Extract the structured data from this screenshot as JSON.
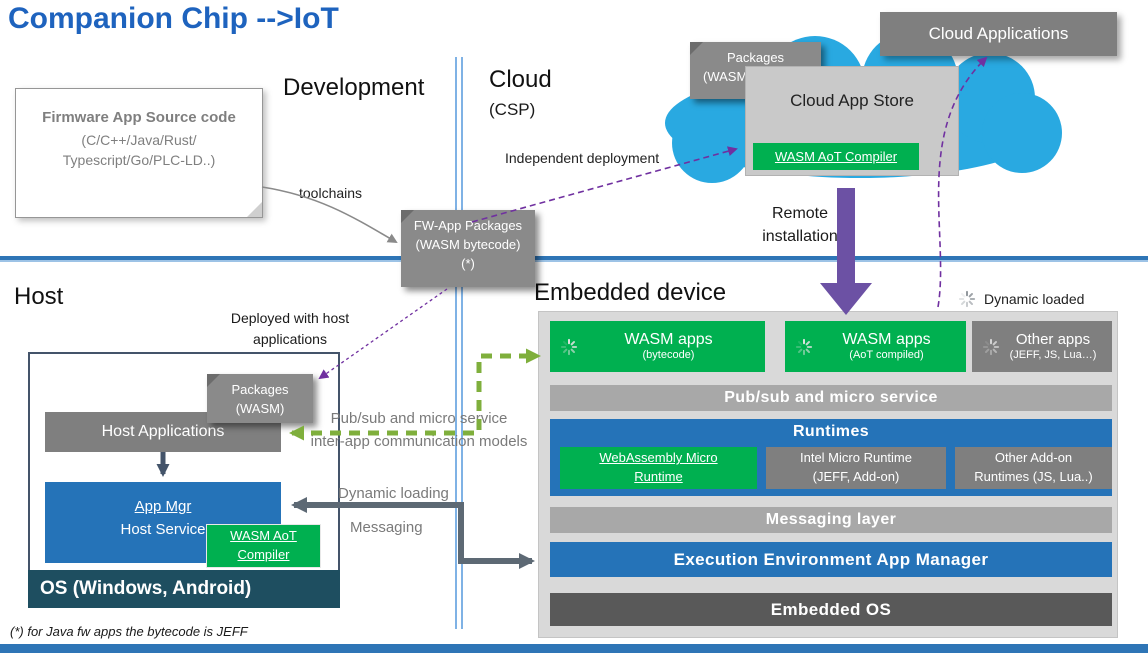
{
  "title": "Companion Chip -->IoT",
  "labels": {
    "development": "Development",
    "cloud": "Cloud",
    "csp": "(CSP)",
    "host": "Host",
    "embedded_device": "Embedded device",
    "toolchains": "toolchains",
    "independent_deployment": "Independent deployment",
    "remote_1": "Remote",
    "remote_2": "installation",
    "dynamic_loaded": "Dynamic loaded",
    "deployed_1": "Deployed with host",
    "deployed_2": "applications",
    "pubsub_1": "Pub/sub and micro service",
    "pubsub_2": "inter-app communication models",
    "dynamic_loading": "Dynamic loading",
    "messaging": "Messaging",
    "footnote": "(*) for Java fw apps the bytecode is JEFF"
  },
  "firmware": {
    "title": "Firmware App Source code",
    "line1": "(C/C++/Java/Rust/",
    "line2": "Typescript/Go/PLC-LD..)"
  },
  "notes": {
    "fw_app": {
      "l1": "FW-App Packages",
      "l2": "(WASM bytecode)",
      "l3": "(*)"
    },
    "cloud_pkg": {
      "l1": "Packages",
      "l2": "(WASM bytecode)"
    },
    "host_pkg": {
      "l1": "Packages",
      "l2": "(WASM)"
    }
  },
  "cloud": {
    "applications": "Cloud Applications",
    "app_store": "Cloud App Store",
    "compiler": "WASM AoT Compiler"
  },
  "host": {
    "applications": "Host Applications",
    "app_mgr_1": "App Mgr",
    "app_mgr_2": "Host Service",
    "compiler_1": "WASM AoT",
    "compiler_2": "Compiler",
    "os": "OS (Windows, Android)"
  },
  "embedded": {
    "apps": [
      {
        "title": "WASM apps",
        "subtitle": "(bytecode)"
      },
      {
        "title": "WASM apps",
        "subtitle": "(AoT compiled)"
      },
      {
        "title": "Other apps",
        "subtitle": "(JEFF, JS, Lua…)"
      }
    ],
    "pubsub_bar": "Pub/sub and micro service",
    "runtimes_title": "Runtimes",
    "runtimes": [
      {
        "l1": "WebAssembly Micro",
        "l2": "Runtime"
      },
      {
        "l1": "Intel Micro Runtime",
        "l2": "(JEFF, Add-on)"
      },
      {
        "l1": "Other Add-on",
        "l2": "Runtimes (JS, Lua..)"
      }
    ],
    "messaging_bar": "Messaging layer",
    "execution_bar": "Execution Environment App Manager",
    "os_bar": "Embedded OS"
  },
  "colors": {
    "accent_blue": "#2573B8",
    "green": "#00B050",
    "gray": "#7F7F7F",
    "purple": "#7030A0",
    "cloud_cyan": "#29A9E1",
    "divider_blue": "#2E75B6"
  }
}
